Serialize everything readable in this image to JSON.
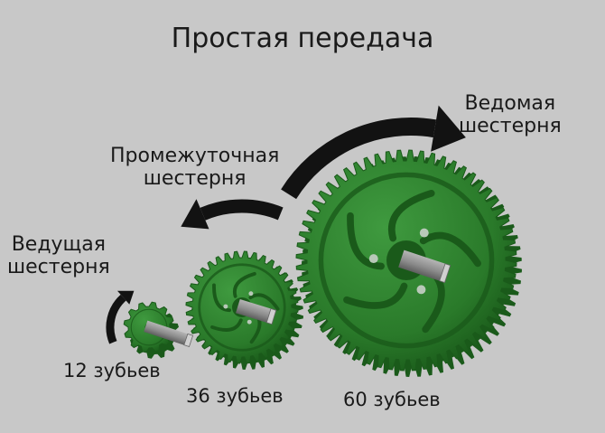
{
  "title": "Простая передача",
  "gears": {
    "driving": {
      "label_line1": "Ведущая",
      "label_line2": "шестерня",
      "teeth_label": "12 зубьев",
      "teeth": 12
    },
    "idler": {
      "label_line1": "Промежуточная",
      "label_line2": "шестерня",
      "teeth_label": "36 зубьев",
      "teeth": 36
    },
    "driven": {
      "label_line1": "Ведомая",
      "label_line2": "шестерня",
      "teeth_label": "60 зубьев",
      "teeth": 60
    }
  },
  "colors": {
    "background": "#c8c8c8",
    "gear_green": "#2a7a2a",
    "gear_dark": "#1a5a1a",
    "arrow": "#121212",
    "shaft": "#8c8c8c"
  }
}
